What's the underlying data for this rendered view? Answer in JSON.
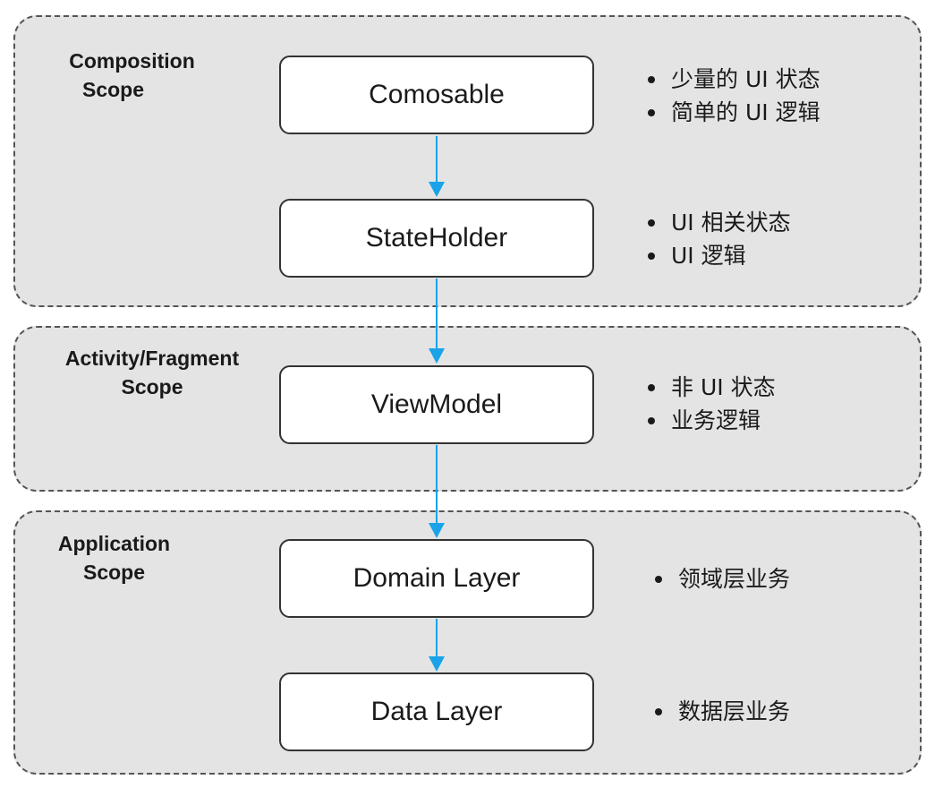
{
  "colors": {
    "scope_fill": "#e4e4e4",
    "scope_border": "#555555",
    "node_fill": "#ffffff",
    "arrow": "#1aa3e8"
  },
  "scopes": [
    {
      "label_lines": [
        "Composition",
        "Scope"
      ],
      "nodes": [
        {
          "label": "Comosable",
          "notes": [
            "少量的 UI 状态",
            "简单的 UI 逻辑"
          ]
        },
        {
          "label": "StateHolder",
          "notes": [
            "UI 相关状态",
            "UI 逻辑"
          ]
        }
      ]
    },
    {
      "label_lines": [
        "Activity/Fragment",
        "Scope"
      ],
      "nodes": [
        {
          "label": "ViewModel",
          "notes": [
            "非 UI 状态",
            "业务逻辑"
          ]
        }
      ]
    },
    {
      "label_lines": [
        "Application",
        "Scope"
      ],
      "nodes": [
        {
          "label": "Domain Layer",
          "notes": [
            "领域层业务"
          ]
        },
        {
          "label": "Data Layer",
          "notes": [
            "数据层业务"
          ]
        }
      ]
    }
  ],
  "edges": [
    {
      "from": "Comosable",
      "to": "StateHolder"
    },
    {
      "from": "StateHolder",
      "to": "ViewModel"
    },
    {
      "from": "ViewModel",
      "to": "Domain Layer"
    },
    {
      "from": "Domain Layer",
      "to": "Data Layer"
    }
  ]
}
